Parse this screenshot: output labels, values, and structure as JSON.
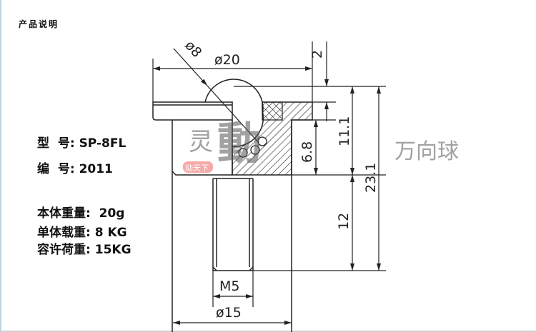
{
  "header": {
    "title": "产品说明"
  },
  "specs": [
    {
      "label": "型  号:",
      "value": "SP-8FL"
    },
    {
      "label": "编  号:",
      "value": "2011"
    },
    {
      "label": "本体重量:",
      "value": " 20g"
    },
    {
      "label": "单体载重:",
      "value": "8 KG"
    },
    {
      "label": "容许荷重:",
      "value": "15KG"
    }
  ],
  "dimensions": {
    "ball_dia": "ø8",
    "flange_dia": "ø20",
    "ball_protrusion": "2",
    "body_height": "6.8",
    "top_to_base": "11.1",
    "total_height": "23.1",
    "stud_length": "12",
    "thread": "M5",
    "body_dia": "ø15"
  },
  "watermark": {
    "chars": [
      "灵",
      "動",
      "万向球"
    ],
    "badge": "动天下"
  },
  "colors": {
    "line": "#222222",
    "badge": "#f07070"
  }
}
